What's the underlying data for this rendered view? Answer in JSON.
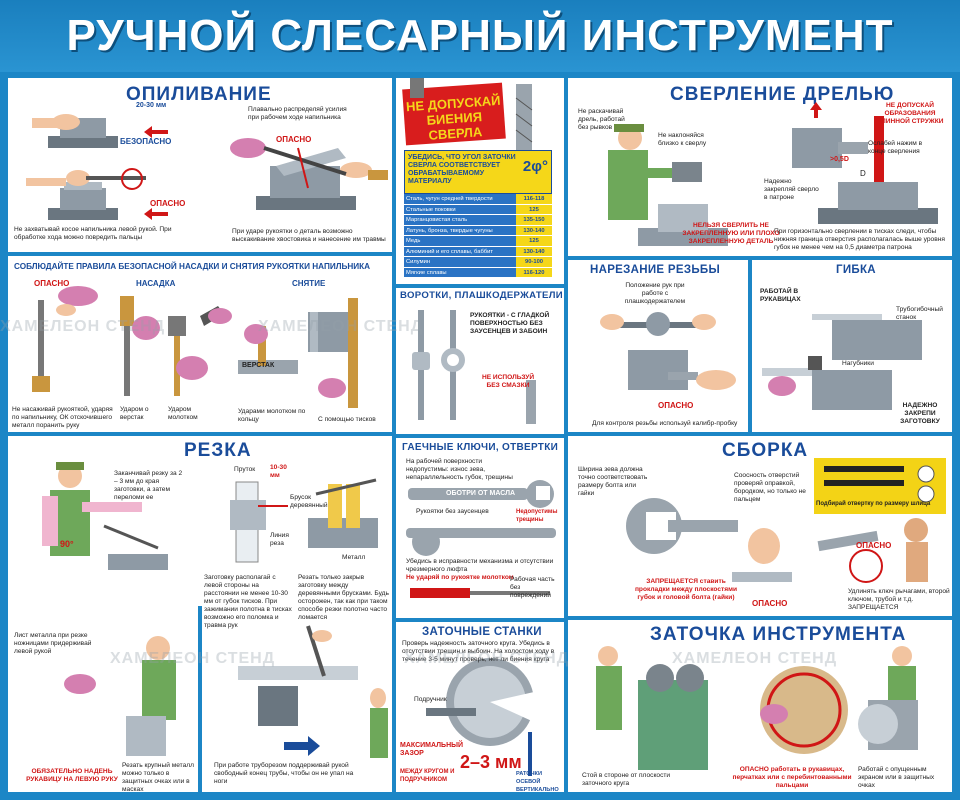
{
  "title": "РУЧНОЙ СЛЕСАРНЫЙ ИНСТРУМЕНТ",
  "watermark": "ХАМЕЛЕОН СТЕНД",
  "filing": {
    "title": "ОПИЛИВАНИЕ",
    "dist": "20-30 мм",
    "safe": "БЕЗОПАСНО",
    "danger1": "ОПАСНО",
    "danger2": "ОПАСНО",
    "note_top": "Плавально распределяй усилия при рабочем ходе напильника",
    "note_left": "Не захватывай косое напильника левой рукой. При обработке хода можно повредить пальцы",
    "note_right": "При ударе рукоятки о деталь возможно выскакивание хвостовика и нанесение им травмы"
  },
  "handle": {
    "title": "СОБЛЮДАЙТЕ ПРАВИЛА БЕЗОПАСНОЙ НАСАДКИ И СНЯТИЯ РУКОЯТКИ НАПИЛЬНИКА",
    "danger": "ОПАСНО",
    "mount": "НАСАДКА",
    "remove": "СНЯТИЕ",
    "bench": "ВЕРСТАК",
    "c1": "Не насаживай рукояткой, ударяя по напильнику, ОК отскочившего металл поранить руку",
    "c2": "Ударом о верстак",
    "c3": "Ударом молотком",
    "c4": "Ударами молотком по кольцу",
    "c5": "С помощью тисков"
  },
  "cutting": {
    "title": "РЕЗКА",
    "angle": "90°",
    "rod": "Пруток",
    "dist": "10-30 мм",
    "block": "Брусок деревянный",
    "line": "Линия реза",
    "metal": "Металл",
    "c1": "Заканчивай резку за 2 – 3 мм до края заготовки, а затем переломи ее",
    "c2": "Заготовку располагай с левой стороны на расстоянии не менее 10-30 мм от губок тисков. При зажимании полотна в тисках возможно его поломка и травма рук",
    "c3": "Резать только закрыв заготовку между деревянными брусками. Будь осторожен, так как при таком способе резки полотно часто ломается",
    "c4": "Лист металла при резке ножницами придерживай левой рукой",
    "c5": "ОБЯЗАТЕЛЬНО НАДЕНЬ РУКАВИЦУ НА ЛЕВУЮ РУКУ",
    "c6": "Резать крупный металл можно только в защитных очках или в масках",
    "c7": "При работе труборезом поддерживай рукой свободный конец трубы, чтобы он не упал на ноги"
  },
  "drill_table": {
    "banner": "НЕ ДОПУСКАЙ БИЕНИЯ СВЕРЛА",
    "head": "УБЕДИСЬ, ЧТО УГОЛ ЗАТОЧКИ СВЕРЛА СООТВЕТСТВУЕТ ОБРАБАТЫВАЕМОМУ МАТЕРИАЛУ",
    "angle": "2φ°",
    "rows": [
      {
        "m": "Сталь, чугун средней твердости",
        "a": "116-118"
      },
      {
        "m": "Стальные поковки",
        "a": "125"
      },
      {
        "m": "Марганцовистая сталь",
        "a": "135-150"
      },
      {
        "m": "Латунь, бронза, твердые чугуны",
        "a": "130-140"
      },
      {
        "m": "Медь",
        "a": "125"
      },
      {
        "m": "Алюминий и его сплавы, баббит",
        "a": "130-140"
      },
      {
        "m": "Силумин",
        "a": "90-100"
      },
      {
        "m": "Мягкие сплавы",
        "a": "116-120"
      }
    ]
  },
  "taps": {
    "title": "ВОРОТКИ, ПЛАШКОДЕРЖАТЕЛИ",
    "note": "РУКОЯТКИ - С ГЛАДКОЙ ПОВЕРХНОСТЬЮ БЕЗ ЗАУСЕНЦЕВ И ЗАБОИН",
    "warn": "НЕ ИСПОЛЬЗУЙ БЕЗ СМАЗКИ"
  },
  "wrenches": {
    "title": "ГАЕЧНЫЕ КЛЮЧИ, ОТВЕРТКИ",
    "n1": "На рабочей поверхности недопустимы: износ зева, непараллельность губок, трещины",
    "n2": "ОБОТРИ ОТ МАСЛА",
    "n3": "Рукоятки без заусенцев",
    "n4": "Недопустимы трещины",
    "n5": "Убедись в исправности механизма и отсутствии чрезмерного люфта",
    "n6": "Не ударяй по рукоятке молотком",
    "n7": "Рабочая часть без повреждений"
  },
  "grinders": {
    "title": "ЗАТОЧНЫЕ СТАНКИ",
    "note": "Проверь надежность заточного круга. Убедись в отсутствии трещин и выбоин. На холостом ходу в течение 3-5 минут проверь, нет ли биения круга",
    "rest": "Подручник",
    "gap": "МАКСИМАЛЬНЫЙ ЗАЗОР",
    "gap_note": "МЕЖДУ КРУГОМ И ПОДРУЧНИКОМ",
    "mm": "2–3 мм",
    "right": "РАТОЧКИ ОСЕВОЙ ВЕРТИКАЛЬНО"
  },
  "drilling": {
    "title": "СВЕРЛЕНИЕ ДРЕЛЬЮ",
    "c1": "Не раскачивай дрель, работай без рывков",
    "c2": "Не наклоняйся близко к сверлу",
    "c3": "НЕЛЬЗЯ СВЕРЛИТЬ НЕ ЗАКРЕПЛЕННУЮ ИЛИ ПЛОХО ЗАКРЕПЛЕННУЮ ДЕТАЛЬ",
    "c4": "НЕ ДОПУСКАЙ ОБРАЗОВАНИЯ ДЛИННОЙ СТРУЖКИ",
    "c5": "Ослабей нажим в конце сверления",
    "c6": "Надежно закрепляй сверло в патроне",
    "dim": ">0,5D",
    "d": "D",
    "c7": "При горизонтально сверлении в тисках следи, чтобы нижняя граница отверстия располагалась выше уровня губок не менее чем на 0,5 диаметра патрона"
  },
  "threading": {
    "title": "НАРЕЗАНИЕ РЕЗЬБЫ",
    "c1": "Положение рук при работе с плашкодержателем",
    "danger": "ОПАСНО",
    "c2": "Для контроля резьбы используй калибр-пробку"
  },
  "bending": {
    "title": "ГИБКА",
    "c1": "РАБОТАЙ В РУКАВИЦАХ",
    "c2": "Трубогибочный станок",
    "c3": "Нагубники",
    "c4": "НАДЕЖНО ЗАКРЕПИ ЗАГОТОВКУ"
  },
  "assembly": {
    "title": "СБОРКА",
    "c1": "Ширина зева должна точно соответствовать размеру болта или гайки",
    "c2": "Соосность отверстий проверяй оправкой, бородком, но только не пальцем",
    "c3": "Подбирай отвертку по размеру шлица",
    "c4": "ЗАПРЕЩАЕТСЯ ставить прокладки между плоскостями губок и головой болта (гайки)",
    "danger1": "ОПАСНО",
    "danger2": "ОПАСНО",
    "c5": "Удлинять ключ рычагами, второй ключом, трубой и т.д. ЗАПРЕЩАЕТСЯ"
  },
  "sharpening": {
    "title": "ЗАТОЧКА ИНСТРУМЕНТА",
    "c1": "Стой в стороне от плоскости заточного круга",
    "c2": "ОПАСНО работать в рукавицах, перчатках или с перебинтованными пальцами",
    "c3": "Работай с опущенным экраном или в защитных очках"
  }
}
